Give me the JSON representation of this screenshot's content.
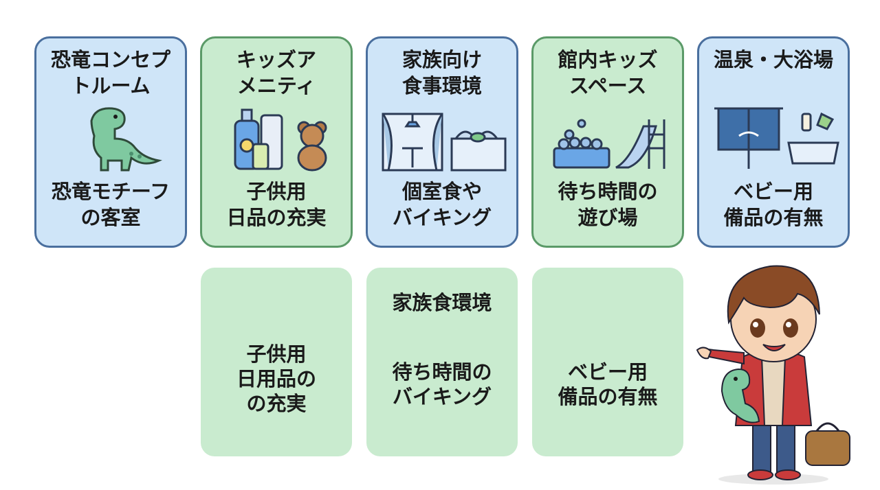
{
  "cards_top": [
    {
      "title": "恐竜コンセプ\nトルーム",
      "desc": "恐竜モチーフ\nの客室",
      "theme": "blue",
      "icon": "dinosaur-icon"
    },
    {
      "title": "キッズア\nメニティ",
      "desc": "子供用\n日品の充実",
      "theme": "green",
      "icon": "amenity-bottles-teddy-bear-icon"
    },
    {
      "title": "家族向け\n食事環境",
      "desc": "個室食や\nバイキング",
      "theme": "blue",
      "icon": "dining-room-buffet-icon"
    },
    {
      "title": "館内キッズ\nスペース",
      "desc": "待ち時間の\n遊び場",
      "theme": "green",
      "icon": "ball-pit-slide-icon"
    },
    {
      "title": "温泉・大浴場",
      "desc": "ベビー用\n備品の有無",
      "theme": "blue",
      "icon": "onsen-curtain-baby-bath-icon"
    }
  ],
  "cards_bottom": [
    {
      "heading": "",
      "body": "子供用\n日用品の\nの充実"
    },
    {
      "heading": "家族食環境",
      "body": "待ち時間の\nバイキング"
    },
    {
      "heading": "",
      "body": "ベビー用\n備品の有無"
    }
  ],
  "colors": {
    "blue_fill": "#cfe5f8",
    "blue_border": "#4a6f9e",
    "green_fill": "#c9ebcf",
    "green_border": "#5b9a68"
  },
  "mascot": {
    "icon": "boy-with-dinosaur-plush-icon"
  }
}
